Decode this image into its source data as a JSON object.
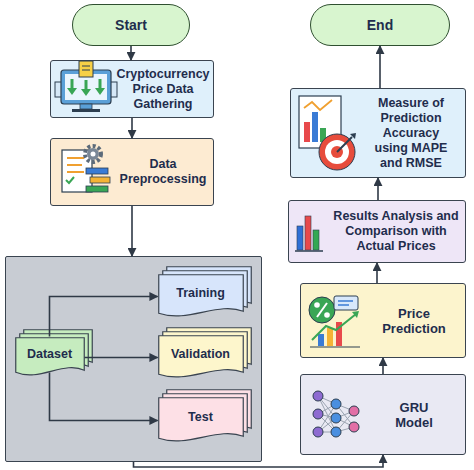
{
  "diagram": {
    "nodes": [
      {
        "text": [
          "Start"
        ]
      },
      {
        "text": [
          "Cryptocurrency Price Data Gathering"
        ]
      },
      {
        "text": [
          "Data Preprocessing"
        ]
      },
      {
        "text": []
      },
      {
        "text": [
          "Dataset"
        ],
        "in": 3
      },
      {
        "text": [
          "Training"
        ],
        "in": 3
      },
      {
        "text": [
          "Validation"
        ],
        "in": 3
      },
      {
        "text": [
          "Test"
        ],
        "in": 3
      },
      {
        "text": [
          "GRU Model"
        ]
      },
      {
        "text": [
          "Price Prediction"
        ]
      },
      {
        "text": [
          "Results Analysis and Comparison with Actual Prices"
        ]
      },
      {
        "text": [
          "Measure of Prediction Accuracy using MAPE and RMSE"
        ]
      },
      {
        "text": [
          "End"
        ]
      }
    ],
    "edges": [
      {
        "from": 0,
        "to": 1,
        "arrow": "to"
      },
      {
        "from": 1,
        "to": 2,
        "arrow": "to"
      },
      {
        "from": 2,
        "to": 3,
        "arrow": "to"
      },
      {
        "from": 4,
        "to": 5,
        "arrow": "to"
      },
      {
        "from": 4,
        "to": 6,
        "arrow": "to"
      },
      {
        "from": 4,
        "to": 7,
        "arrow": "to"
      },
      {
        "from": 3,
        "to": 8,
        "arrow": "to"
      },
      {
        "from": 8,
        "to": 9,
        "arrow": "to"
      },
      {
        "from": 9,
        "to": 10,
        "arrow": "to"
      },
      {
        "from": 10,
        "to": 11,
        "arrow": "to"
      },
      {
        "from": 11,
        "to": 12,
        "arrow": "to"
      }
    ]
  }
}
